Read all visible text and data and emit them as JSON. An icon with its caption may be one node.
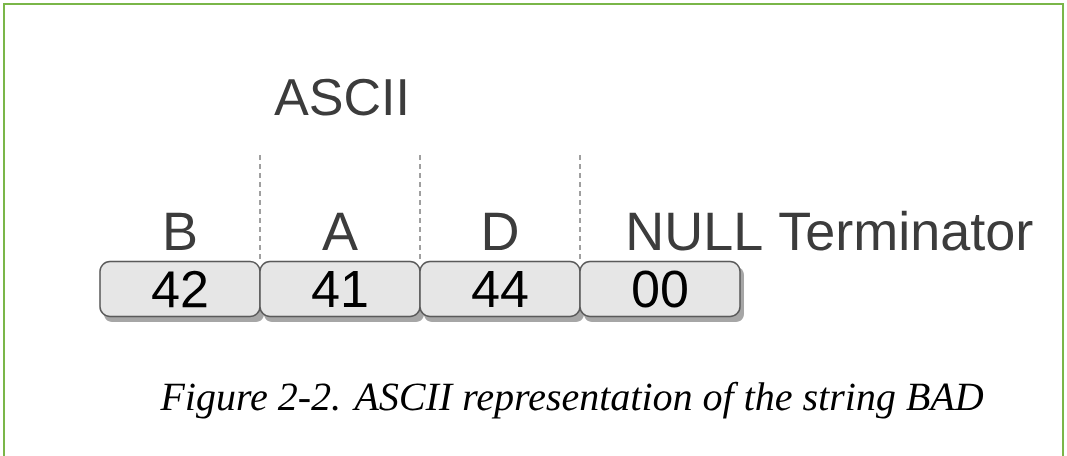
{
  "diagram": {
    "caption": "Figure 2-2. ASCII representation of the string BAD",
    "nodes": [
      {
        "text": [
          "42"
        ],
        "beside": [
          "B"
        ]
      },
      {
        "text": [
          "41"
        ],
        "beside": [
          "A"
        ]
      },
      {
        "text": [
          "44"
        ],
        "beside": [
          "D"
        ]
      },
      {
        "text": [
          "00"
        ],
        "beside": [
          "NULL Terminator"
        ]
      }
    ],
    "labels": [
      "ASCII"
    ]
  }
}
